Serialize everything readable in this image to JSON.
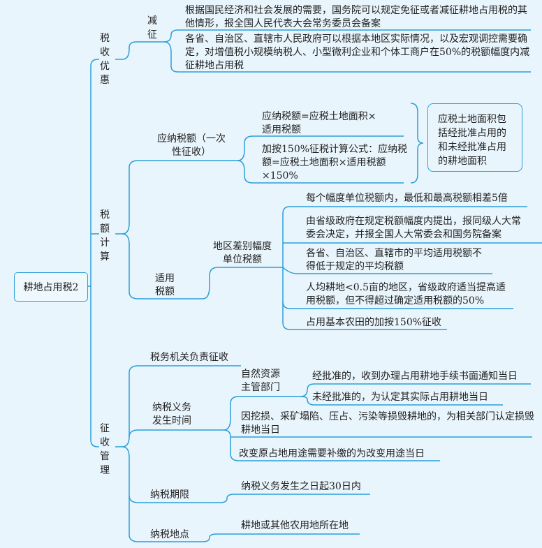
{
  "root": "耕地占用税2",
  "colors": {
    "line": "#2a9fd8",
    "background": "#e9f5fc"
  },
  "preferential": {
    "label": "税收优惠",
    "reduction": {
      "label": "减征",
      "items": [
        "根据国民经济和社会发展的需要，国务院可以规定免征或者减征耕地占用税的其他情形，报全国人民代表大会常务委员会备案",
        "各省、自治区、直辖市人民政府可以根据本地区实际情况，以及宏观调控需要确定，对增值税小规模纳税人、小型微利企业和个体工商户在50%的税额幅度内减征耕地占用税"
      ]
    }
  },
  "calculation": {
    "label": "税额计算",
    "payable": {
      "label": "应纳税额（一次性征收）",
      "formulas": [
        "应纳税额=应税土地面积×适用税额",
        "加按150%征税计算公式：应纳税额=应税土地面积×适用税额×150%"
      ],
      "note": "应税土地面积包括经批准占用的和未经批准占用的耕地面积"
    },
    "rate": {
      "label": "适用税额",
      "regional": {
        "label": "地区差别幅度单位税额",
        "items": [
          "每个幅度单位税额内，最低和最高税额相差5倍",
          "由省级政府在规定税额幅度内提出，报同级人大常委会决定，并报全国人大常委会和国务院备案",
          "各省、自治区、直辖市的平均适用税额不得低于规定的平均税额",
          "人均耕地<0.5亩的地区，省级政府适当提高适用税额，但不得超过确定适用税额的50%",
          "占用基本农田的加按150%征收"
        ]
      }
    }
  },
  "administration": {
    "label": "征收管理",
    "collector": "税务机关负责征收",
    "timing": {
      "label": "纳税义务发生时间",
      "authority": {
        "label": "自然资源主管部门",
        "items": [
          "经批准的，收到办理占用耕地手续书面通知当日",
          "未经批准的，为认定其实际占用耕地当日"
        ]
      },
      "damage": "因挖损、采矿塌陷、压占、污染等损毁耕地的，为相关部门认定损毁耕地当日",
      "change": "改变原占地用途需要补缴的为改变用途当日"
    },
    "deadline": {
      "label": "纳税期限",
      "value": "纳税义务发生之日起30日内"
    },
    "place": {
      "label": "纳税地点",
      "value": "耕地或其他农用地所在地"
    }
  }
}
